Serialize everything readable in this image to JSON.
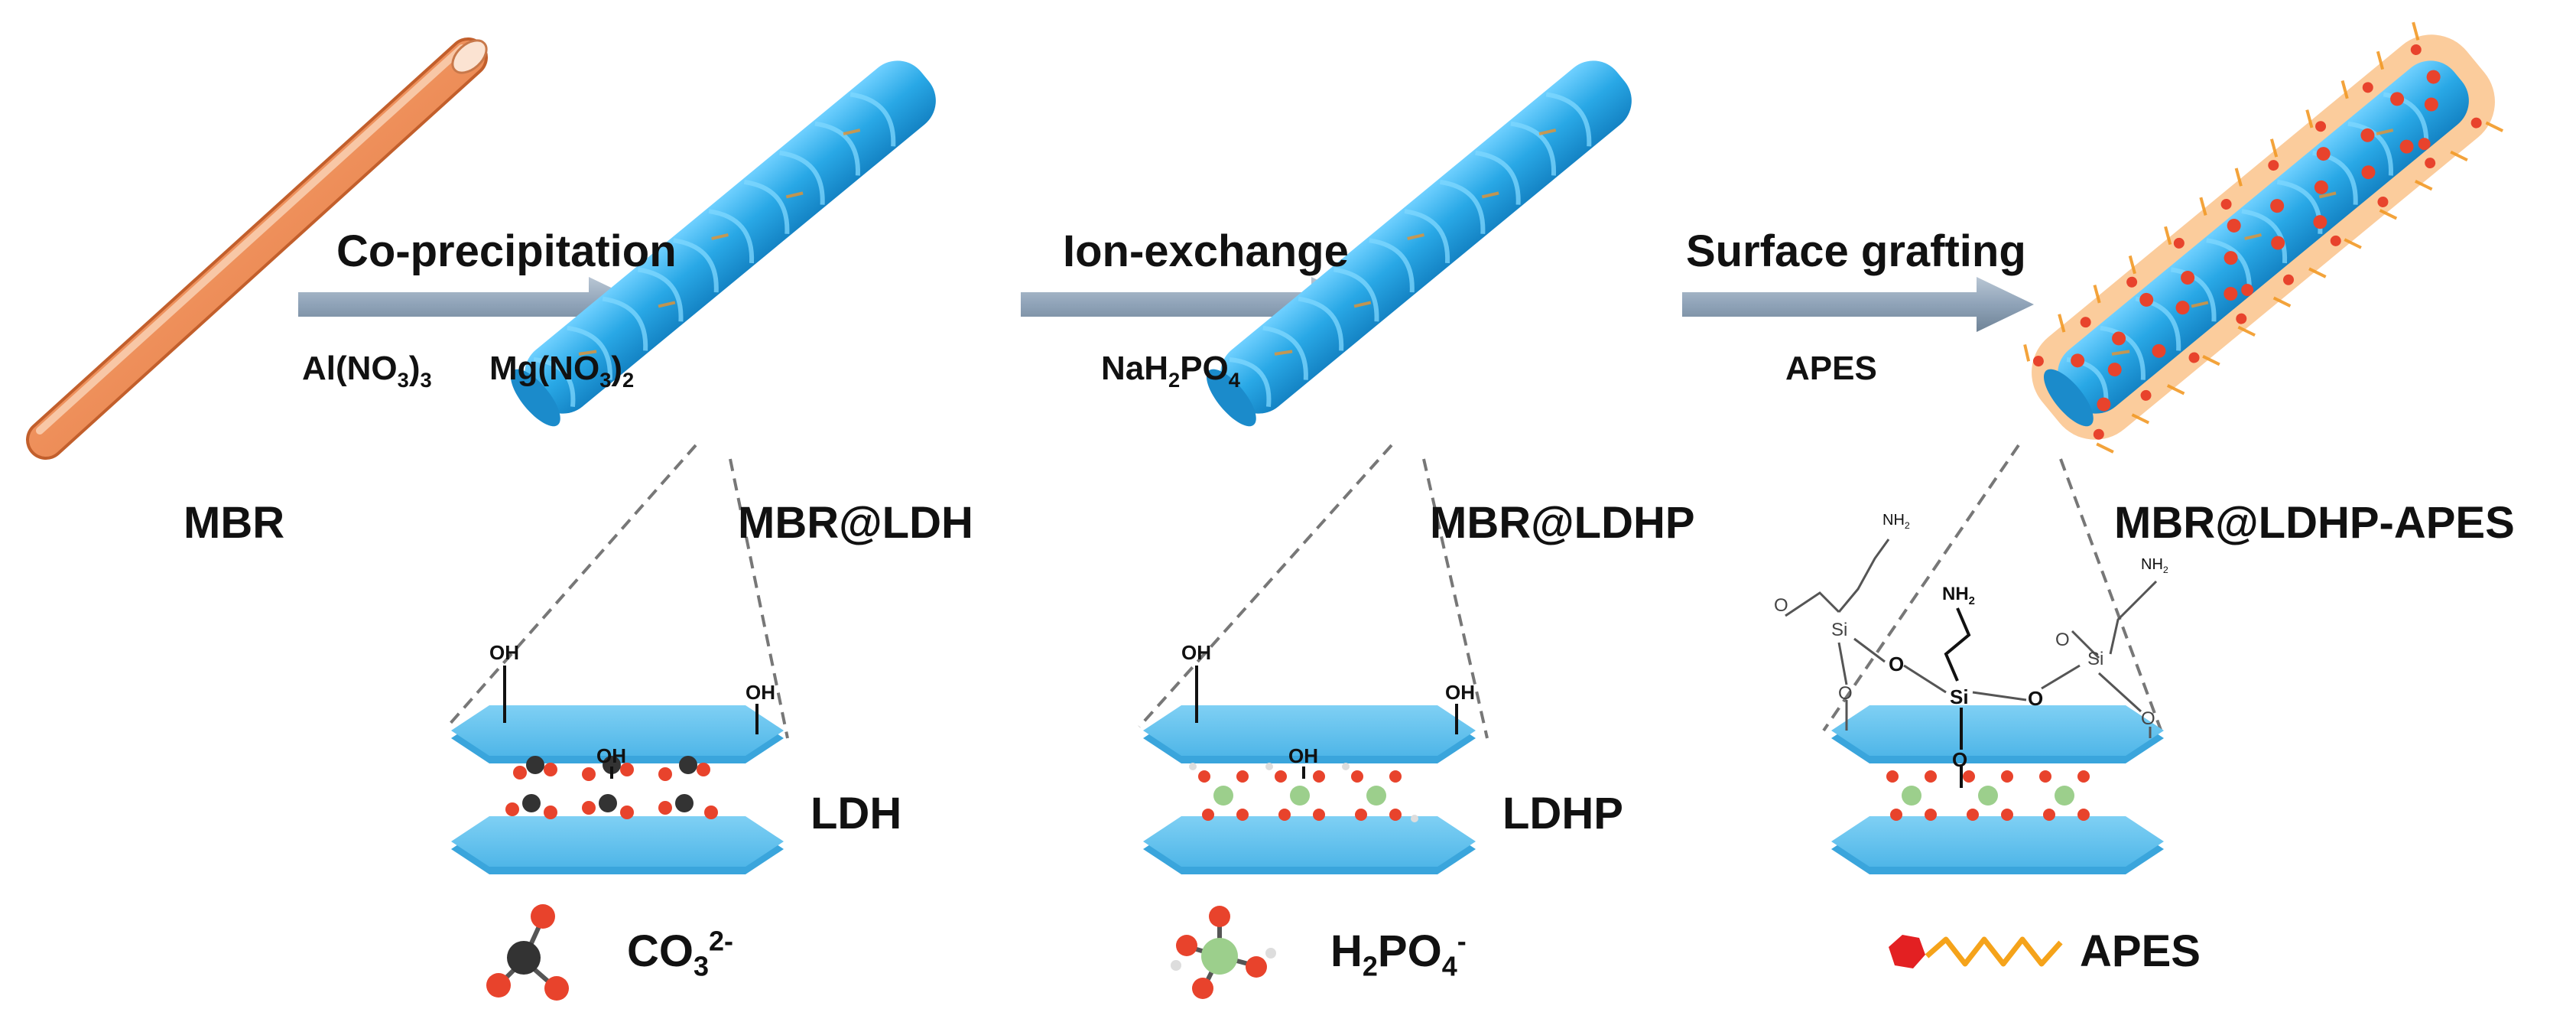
{
  "materials": {
    "mbr": "MBR",
    "mbr_ldh": "MBR@LDH",
    "mbr_ldhp": "MBR@LDHP",
    "mbr_ldhp_apes": "MBR@LDHP-APES"
  },
  "steps": [
    {
      "label": "Co-precipitation",
      "reagents": [
        "Al(NO",
        "3",
        ")",
        "3",
        "Mg(NO",
        "3",
        ")",
        "2"
      ]
    },
    {
      "label": "Ion-exchange",
      "reagents": [
        "NaH",
        "2",
        "PO",
        "4"
      ]
    },
    {
      "label": "Surface grafting",
      "reagents": [
        "APES"
      ]
    }
  ],
  "layers": {
    "ldh": "LDH",
    "ldhp": "LDHP"
  },
  "legend": {
    "co3_base": "CO",
    "co3_sub": "3",
    "co3_sup": "2-",
    "h2po4_h": "H",
    "h2po4_sub1": "2",
    "h2po4_base": "PO",
    "h2po4_sub2": "4",
    "h2po4_sup": "-",
    "apes": "APES"
  },
  "chem": {
    "oh": "OH",
    "si": "Si",
    "o": "O",
    "nh2": "NH",
    "nh2_sub": "2"
  },
  "colors": {
    "rod_orange": "#ee8f5a",
    "sheet_blue": "#5bc0ee",
    "arrow_gray": "#8fa3b8",
    "carbon_black": "#333333",
    "oxygen_red": "#e8432c",
    "phosphorus_green": "#9ccf8c",
    "apes_head_red": "#e32022",
    "apes_chain_orange": "#f5a31a"
  }
}
